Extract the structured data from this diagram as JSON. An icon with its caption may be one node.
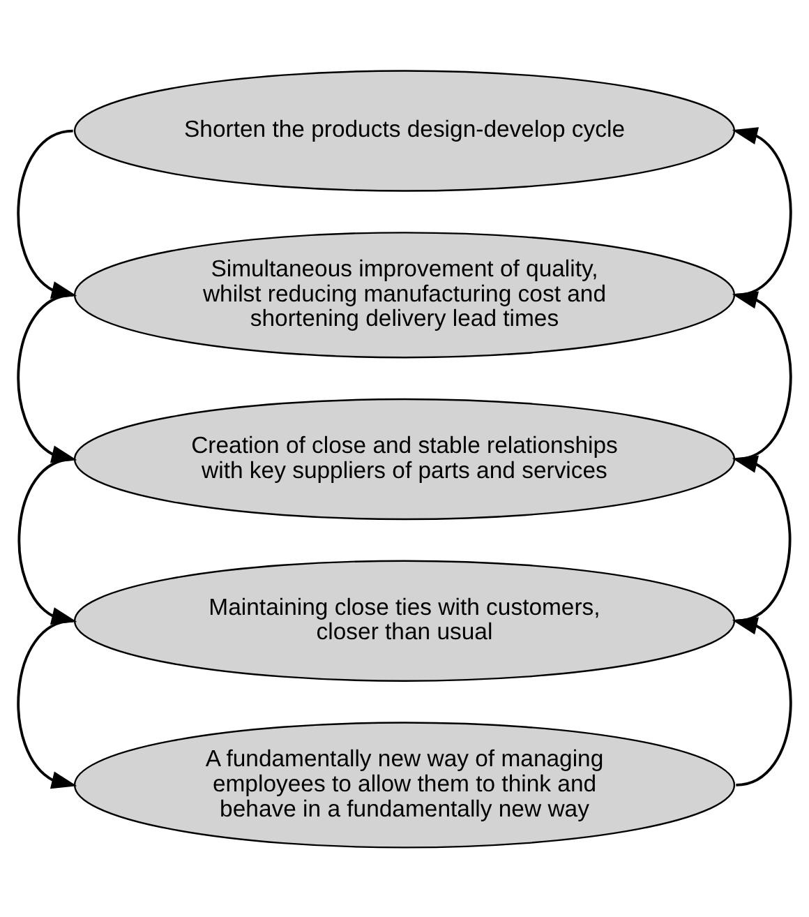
{
  "diagram": {
    "nodes": [
      {
        "text": [
          "Shorten the products design-develop cycle"
        ]
      },
      {
        "text": [
          "Simultaneous improvement of quality, whilst reducing manufacturing cost and shortening delivery lead times"
        ]
      },
      {
        "text": [
          "Creation of close and stable relationships with key suppliers of parts and services"
        ]
      },
      {
        "text": [
          "Maintaining close ties with customers, closer than usual"
        ]
      },
      {
        "text": [
          "A fundamentally new way of managing employees to allow them to think and behave in a fundamentally new way"
        ]
      }
    ],
    "edges": [
      {
        "from": 0,
        "to": 1,
        "arrow": "to"
      },
      {
        "from": 1,
        "to": 0,
        "arrow": "to"
      },
      {
        "from": 1,
        "to": 2,
        "arrow": "to"
      },
      {
        "from": 2,
        "to": 1,
        "arrow": "to"
      },
      {
        "from": 2,
        "to": 3,
        "arrow": "to"
      },
      {
        "from": 3,
        "to": 2,
        "arrow": "to"
      },
      {
        "from": 3,
        "to": 4,
        "arrow": "to"
      },
      {
        "from": 4,
        "to": 3,
        "arrow": "to"
      }
    ]
  }
}
